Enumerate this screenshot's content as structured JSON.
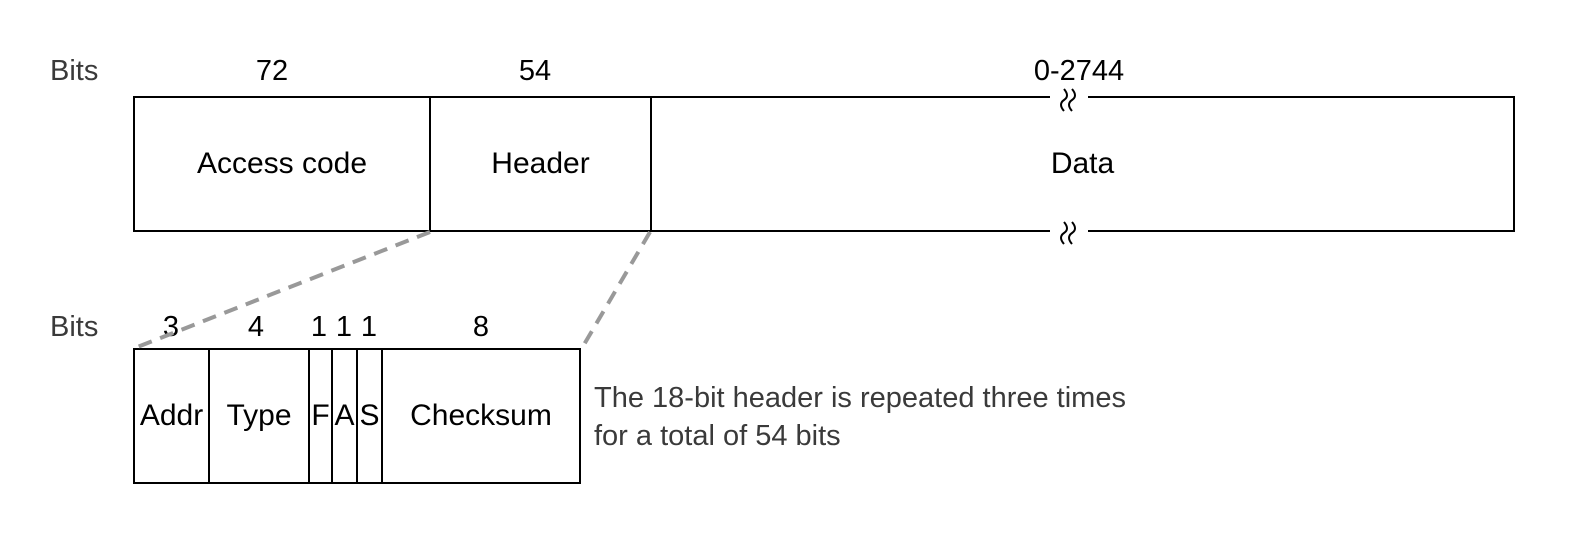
{
  "top": {
    "row_label": "Bits",
    "fields": [
      {
        "bits": "72",
        "name": "Access code"
      },
      {
        "bits": "54",
        "name": "Header"
      },
      {
        "bits": "0-2744",
        "name": "Data"
      }
    ]
  },
  "bottom": {
    "row_label": "Bits",
    "fields": [
      {
        "bits": "3",
        "name": "Addr"
      },
      {
        "bits": "4",
        "name": "Type"
      },
      {
        "bits": "1",
        "name": "F"
      },
      {
        "bits": "1",
        "name": "A"
      },
      {
        "bits": "1",
        "name": "S"
      },
      {
        "bits": "8",
        "name": "Checksum"
      }
    ]
  },
  "note": "The 18-bit header is repeated three times for a total of 54 bits",
  "colors": {
    "outline": "#000000",
    "dashed_line": "#999999",
    "caption_text": "#3a3a3a"
  }
}
